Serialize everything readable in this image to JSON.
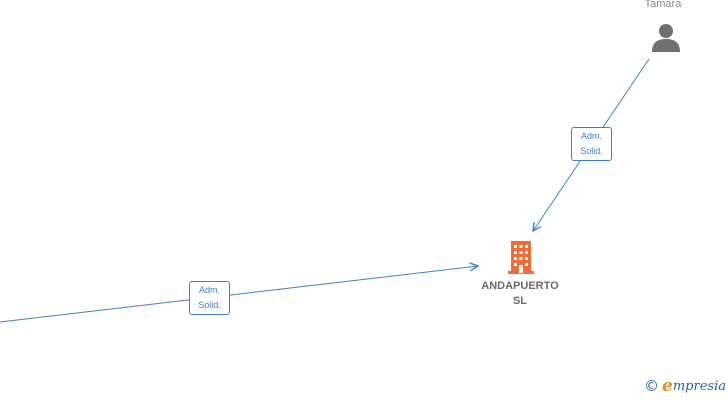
{
  "persons": [
    {
      "name": "Tamara"
    }
  ],
  "company": {
    "name_line1": "ANDAPUERTO",
    "name_line2": "SL"
  },
  "edges": [
    {
      "label_line1": "Adm.",
      "label_line2": "Solid."
    },
    {
      "label_line1": "Adm.",
      "label_line2": "Solid."
    }
  ],
  "brand": {
    "copyright": "©",
    "e_mark": "e",
    "name": "mpresia"
  },
  "colors": {
    "edge": "#3f7fcf",
    "company_icon": "#f26a36",
    "person_icon": "#707070",
    "brand_text": "#2a5fa5",
    "brand_accent": "#f08a1c"
  }
}
